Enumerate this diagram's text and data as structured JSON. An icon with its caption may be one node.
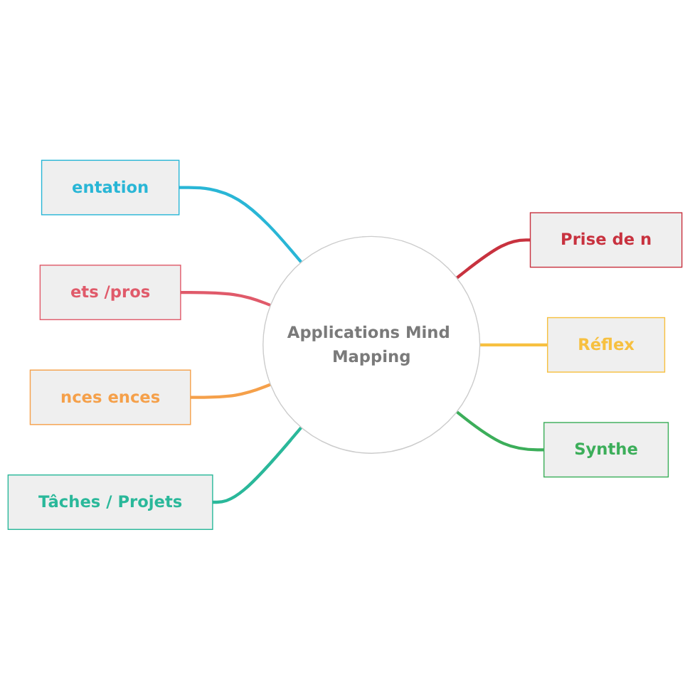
{
  "diagram": {
    "nodes": [
      {
        "text": [
          "Applications Mind Mapping"
        ]
      },
      {
        "text": [
          "entation"
        ]
      },
      {
        "text": [
          "ets /pros"
        ]
      },
      {
        "text": [
          "nces ences"
        ]
      },
      {
        "text": [
          "Tâches / Projets"
        ]
      },
      {
        "text": [
          "Prise de n"
        ]
      },
      {
        "text": [
          "Réflex"
        ]
      },
      {
        "text": [
          "Synthe"
        ]
      }
    ],
    "edges": [
      {
        "from": 1,
        "to": 0,
        "arrow": "none",
        "color": "#29b6d6"
      },
      {
        "from": 2,
        "to": 0,
        "arrow": "none",
        "color": "#e05a6a"
      },
      {
        "from": 3,
        "to": 0,
        "arrow": "none",
        "color": "#f5a04a"
      },
      {
        "from": 4,
        "to": 0,
        "arrow": "none",
        "color": "#2ab89a"
      },
      {
        "from": 0,
        "to": 5,
        "arrow": "none",
        "color": "#c8323f"
      },
      {
        "from": 0,
        "to": 6,
        "arrow": "none",
        "color": "#f7c040"
      },
      {
        "from": 0,
        "to": 7,
        "arrow": "none",
        "color": "#3cae5a"
      }
    ]
  }
}
